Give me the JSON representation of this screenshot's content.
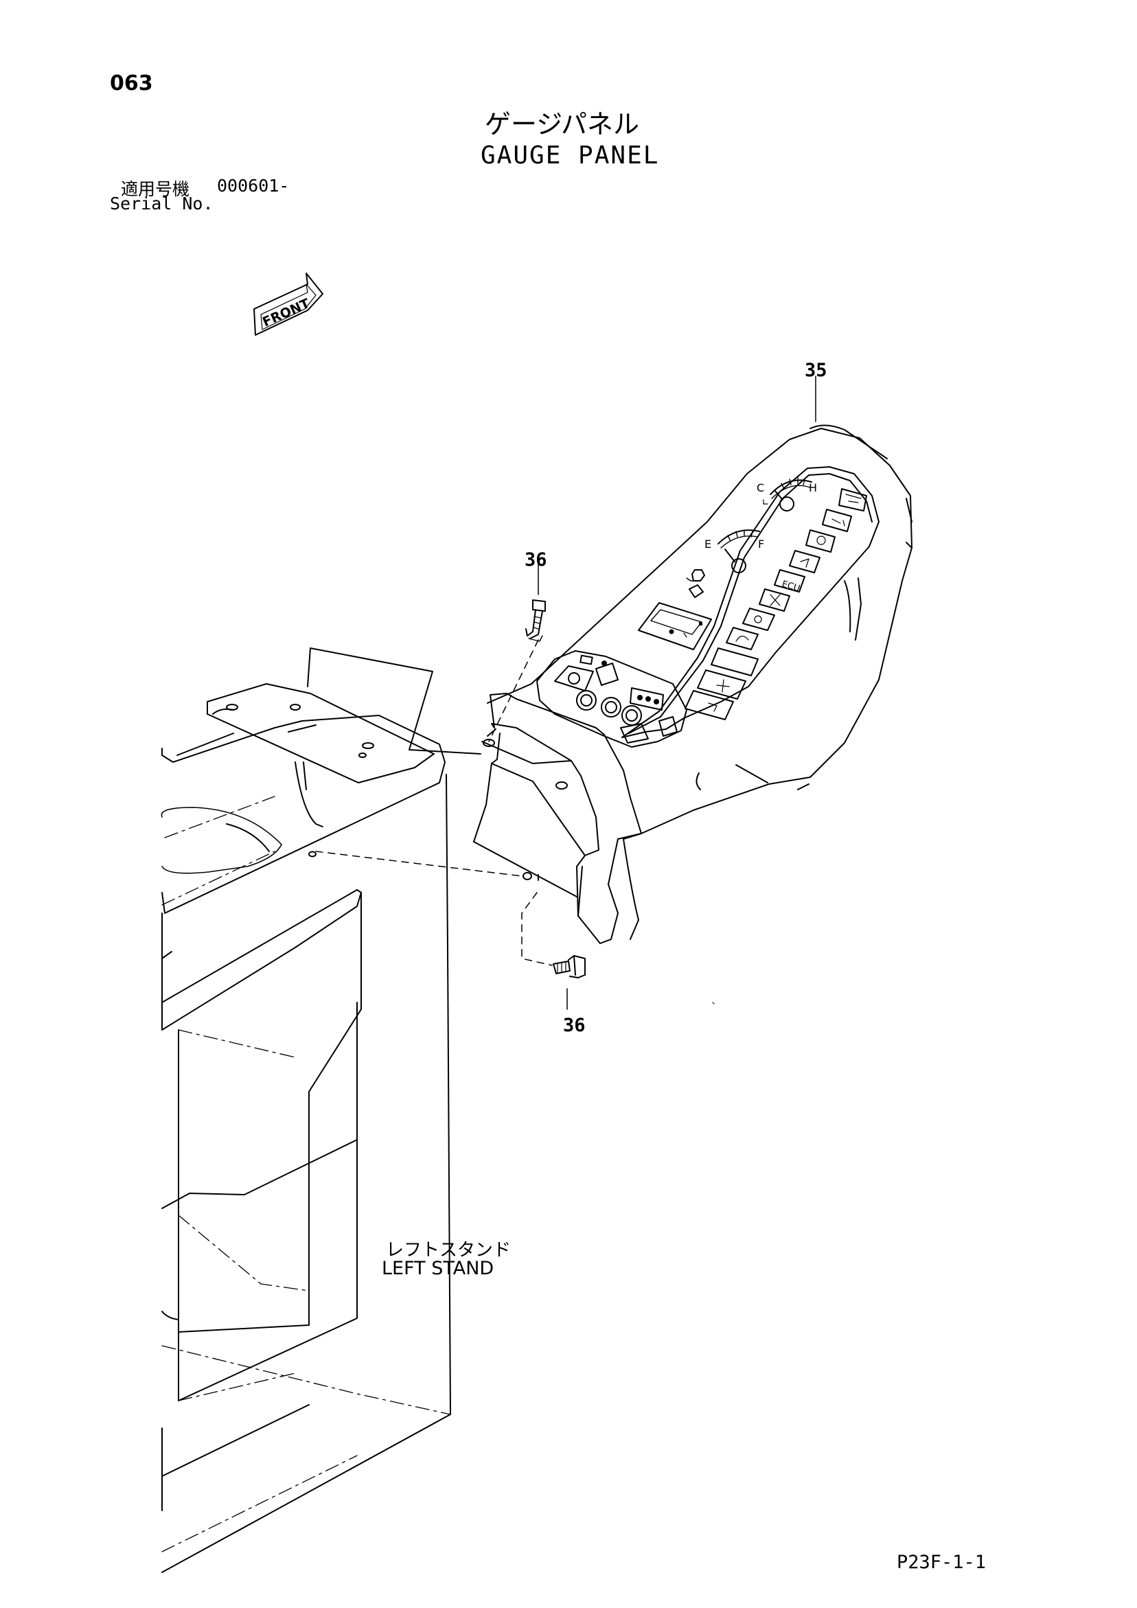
{
  "header": {
    "page_number": "063",
    "title_jp": "ゲージパネル",
    "title_en": "GAUGE PANEL",
    "serial_label_jp": "適用号機",
    "serial_range": "000601-",
    "serial_label_en": "Serial No."
  },
  "direction_marker": {
    "label": "FRONT"
  },
  "callouts": {
    "gauge_panel": "35",
    "bolt_top": "36",
    "bolt_bottom": "36"
  },
  "gauges": {
    "temp_cold": "C",
    "temp_hot": "H",
    "fuel_empty": "E",
    "fuel_full": "F",
    "ecu_label": "ECU"
  },
  "stand_label": {
    "jp": "レフトスタンド",
    "en": "LEFT STAND"
  },
  "footer": {
    "page_ref": "P23F-1-1"
  },
  "colors": {
    "line": "#000000",
    "background": "#ffffff"
  }
}
